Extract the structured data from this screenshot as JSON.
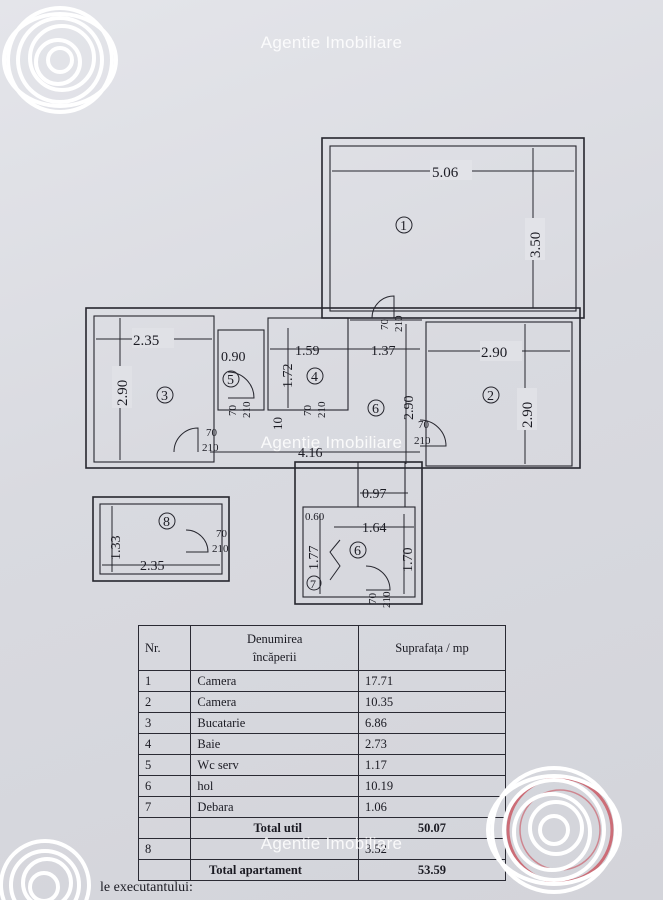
{
  "watermark": {
    "text": "Agentie Imobiliare"
  },
  "plan": {
    "dimensions": {
      "d_506": "5.06",
      "d_350": "3.50",
      "d_235_a": "2.35",
      "d_290_a": "2.90",
      "d_090": "0.90",
      "d_172": "1.72",
      "d_159": "1.59",
      "d_137": "1.37",
      "d_290_b": "2.90",
      "d_290_c": "2.90",
      "d_290_d": "2.90",
      "d_10": "10",
      "d_416": "4.16",
      "d_097": "0.97",
      "d_133": "1.33",
      "d_235_b": "2.35",
      "d_060": "0.60",
      "d_164": "1.64",
      "d_177": "1.77",
      "d_170": "1.70"
    },
    "rooms": {
      "r1": "1",
      "r2": "2",
      "r3": "3",
      "r4": "4",
      "r5": "5",
      "r6a": "6",
      "r6b": "6",
      "r7": "7",
      "r8": "8"
    },
    "doors": {
      "dw": "70",
      "dh": "210"
    }
  },
  "table": {
    "headers": {
      "nr": "Nr.",
      "name_line1": "Denumirea",
      "name_line2": "încăperii",
      "area": "Suprafața / mp"
    },
    "rows": [
      {
        "nr": "1",
        "name": "Camera",
        "area": "17.71"
      },
      {
        "nr": "2",
        "name": "Camera",
        "area": "10.35"
      },
      {
        "nr": "3",
        "name": "Bucatarie",
        "area": "6.86"
      },
      {
        "nr": "4",
        "name": "Baie",
        "area": "2.73"
      },
      {
        "nr": "5",
        "name": "Wc serv",
        "area": "1.17"
      },
      {
        "nr": "6",
        "name": "hol",
        "area": "10.19"
      },
      {
        "nr": "7",
        "name": "Debara",
        "area": "1.06"
      }
    ],
    "total_util": {
      "label": "Total util",
      "value": "50.07"
    },
    "row8": {
      "nr": "8",
      "area": "3.52"
    },
    "total_apartment": {
      "label": "Total apartament",
      "value": "53.59"
    }
  },
  "footer": {
    "fragment": "le executantului:"
  },
  "colors": {
    "paper": "#dcdde3",
    "ink": "#26262e",
    "stamp": "#c9525e"
  }
}
